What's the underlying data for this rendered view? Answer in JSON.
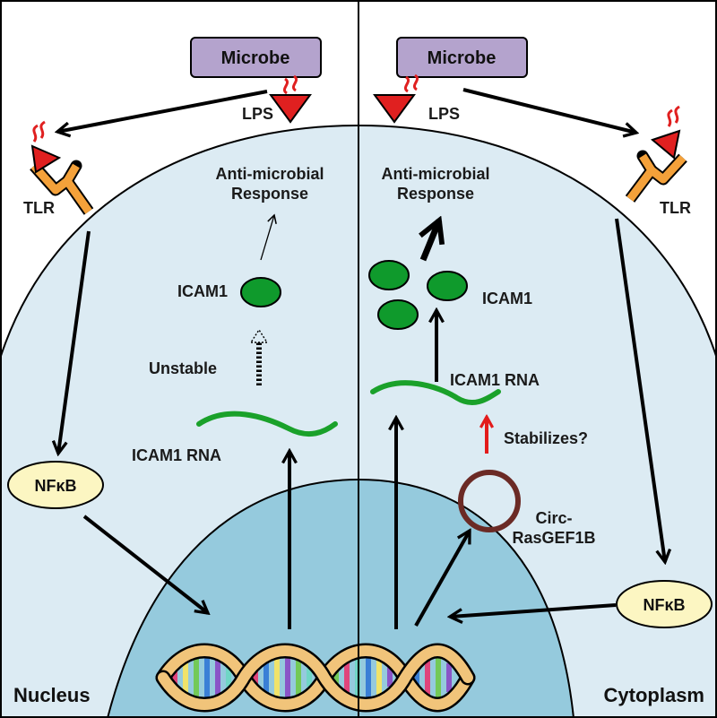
{
  "colors": {
    "cytoplasm": "#dcebf3",
    "nucleus": "#95cadd",
    "microbe_box": "#b4a3cd",
    "receptor": "#f4a13a",
    "lps": "#e02020",
    "protein": "#0f9a2c",
    "rna": "#1aa12a",
    "circ_rna": "#6b2a25",
    "nfkb": "#fcf6c2",
    "stabilize_arrow": "#e31b1b"
  },
  "left": {
    "microbe": "Microbe",
    "lps": "LPS",
    "tlr": "TLR",
    "nfkb": "NFκB",
    "response_line1": "Anti-microbial",
    "response_line2": "Response",
    "icam1": "ICAM1",
    "unstable": "Unstable",
    "icam1_rna": "ICAM1 RNA",
    "compartment": "Nucleus"
  },
  "right": {
    "microbe": "Microbe",
    "lps": "LPS",
    "tlr": "TLR",
    "nfkb": "NFκB",
    "response_line1": "Anti-microbial",
    "response_line2": "Response",
    "icam1": "ICAM1",
    "icam1_rna": "ICAM1 RNA",
    "stabilizes": "Stabilizes?",
    "circ_line1": "Circ-",
    "circ_line2": "RasGEF1B",
    "compartment": "Cytoplasm"
  },
  "icons": [
    "microbe-box",
    "lps-triangle",
    "tlr-receptor",
    "nfkb-ellipse",
    "icam1-protein",
    "icam1-rna-wave",
    "circ-rasgef1b-ring",
    "dna-double-helix"
  ]
}
